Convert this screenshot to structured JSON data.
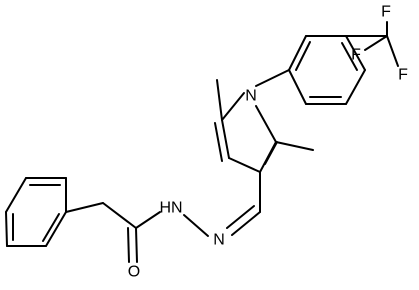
{
  "molecule": {
    "atom_labels": {
      "n_pyrrole": "N",
      "nh_hydrazide": "HN",
      "n_imine": "N",
      "o_carbonyl": "O",
      "f1": "F",
      "f2": "F",
      "f3": "F"
    },
    "colors": {
      "bond": "#000000",
      "background": "#ffffff"
    }
  }
}
